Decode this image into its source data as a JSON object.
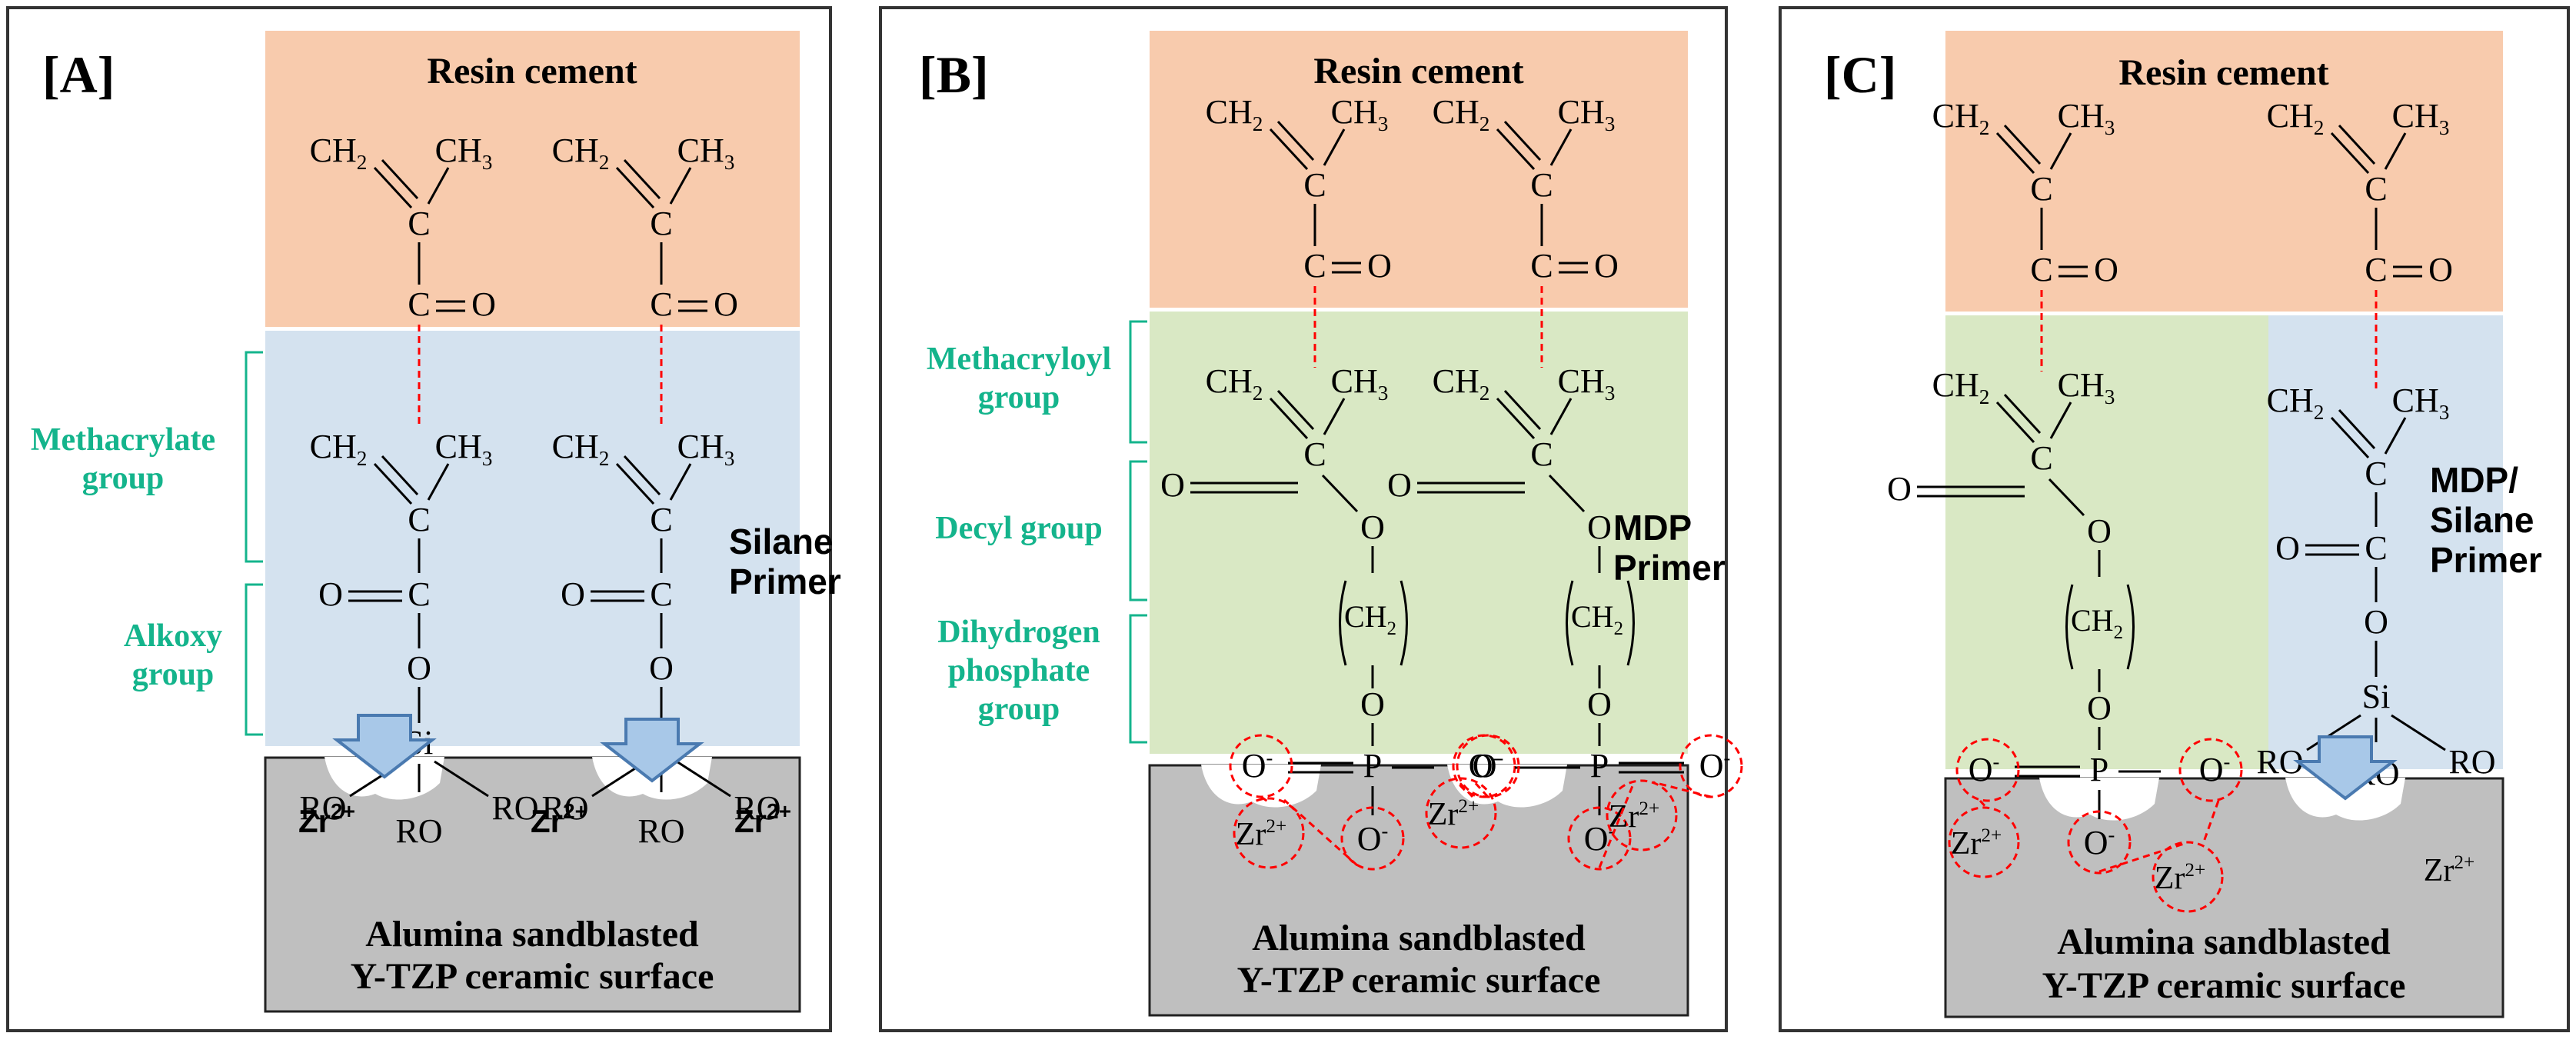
{
  "colors": {
    "resin": "#f8cbad",
    "silane": "#d4e2ef",
    "mdp": "#d9e8c4",
    "ceramic": "#bfbfbf",
    "label_green": "#14b48c",
    "bond_red": "#ff0000",
    "arrow_fill": "#a8c8e8",
    "arrow_stroke": "#4a7ab0",
    "frame": "#333333"
  },
  "panels": {
    "A": {
      "tag": "[A]",
      "resin": "Resin cement",
      "primer": [
        "Silane",
        "Primer"
      ],
      "surface": [
        "Alumina sandblasted",
        "Y-TZP  ceramic surface"
      ],
      "group_labels": [
        [
          "Methacrylate",
          "group"
        ],
        [
          "Alkoxy",
          "group"
        ]
      ],
      "zr": [
        "Zr",
        "Zr",
        "Zr"
      ],
      "zr_charge": "2+"
    },
    "B": {
      "tag": "[B]",
      "resin": "Resin cement",
      "primer": [
        "MDP",
        "Primer"
      ],
      "surface": [
        "Alumina sandblasted",
        "Y-TZP  ceramic surface"
      ],
      "group_labels": [
        [
          "Methacryloyl",
          "group"
        ],
        [
          "Decyl group"
        ],
        [
          "Dihydrogen",
          "phosphate",
          "group"
        ]
      ],
      "zr": [
        "Zr",
        "Zr",
        "Zr"
      ],
      "zr_charge": "2+"
    },
    "C": {
      "tag": "[C]",
      "resin": "Resin cement",
      "primer": [
        "MDP/",
        "Silane",
        "Primer"
      ],
      "surface": [
        "Alumina sandblasted",
        "Y-TZP  ceramic surface"
      ],
      "zr": [
        "Zr",
        "Zr",
        "Zr"
      ],
      "zr_charge": "2+"
    }
  },
  "chem": {
    "ch2": "CH",
    "ch3": "CH",
    "sub2": "2",
    "sub3": "3",
    "c": "C",
    "o": "O",
    "si": "Si",
    "p": "P",
    "ro": "RO",
    "o_minus": "O",
    "minus": "-"
  }
}
